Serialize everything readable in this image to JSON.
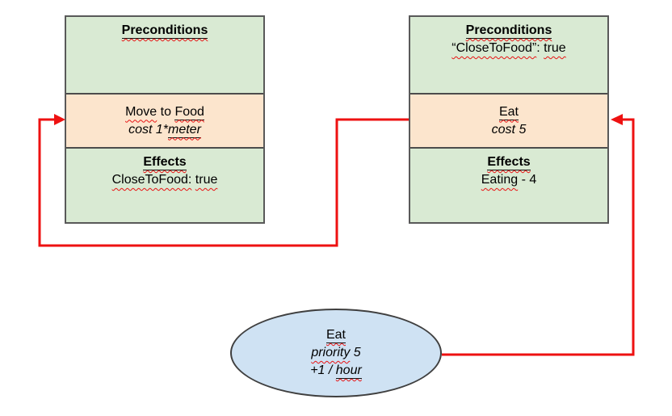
{
  "colors": {
    "section_green": "#d9ead3",
    "section_orange": "#fce5cd",
    "goal_blue": "#cfe2f3",
    "box_border": "#595959",
    "arrow_red": "#ee1111",
    "squiggle_red": "#e81313",
    "text": "#000000",
    "background": "#ffffff"
  },
  "left_box": {
    "header": "Preconditions",
    "title": [
      {
        "text": "Move"
      },
      {
        "text": " to "
      },
      {
        "text": "Food"
      }
    ],
    "cost": [
      {
        "text": "cost 1*"
      },
      {
        "text": "meter"
      }
    ],
    "effects_header": "Effects",
    "effects": [
      {
        "text": "CloseToFood:"
      },
      {
        "text": " "
      },
      {
        "text": "true"
      }
    ]
  },
  "right_box": {
    "header": "Preconditions",
    "precondition": [
      {
        "text": "“CloseToFood”"
      },
      {
        "text": ": "
      },
      {
        "text": "true"
      }
    ],
    "title": [
      {
        "text": "Eat"
      }
    ],
    "cost": [
      {
        "text": "cost 5"
      }
    ],
    "effects_header": "Effects",
    "effects": [
      {
        "text": "Eating"
      },
      {
        "text": " - 4"
      }
    ]
  },
  "goal": {
    "title": "Eat",
    "priority": [
      {
        "text": "priority"
      },
      {
        "text": " 5"
      }
    ],
    "rate": [
      {
        "text": "+1 / "
      },
      {
        "text": "hour"
      }
    ]
  },
  "edges": [
    {
      "name": "eat-action-to-move-to-food-action"
    },
    {
      "name": "eat-goal-to-eat-action"
    }
  ]
}
